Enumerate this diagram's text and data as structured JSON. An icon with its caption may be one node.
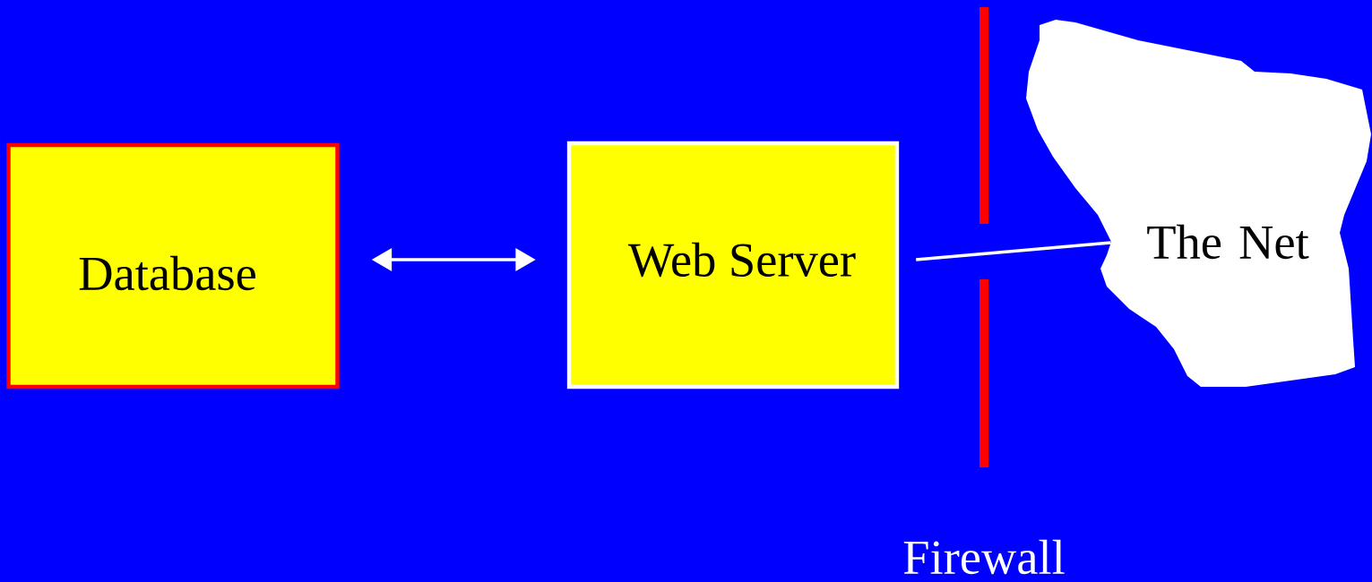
{
  "diagram": {
    "nodes": [
      {
        "text": [
          "Database"
        ]
      },
      {
        "text": [
          "Web Server"
        ]
      },
      {
        "text": [
          "The Net"
        ]
      }
    ],
    "edges": [
      {
        "from": 0,
        "to": 1,
        "arrow": "both"
      },
      {
        "from": 1,
        "to": 2,
        "arrow": "none"
      }
    ],
    "labels": [
      "Firewall"
    ]
  }
}
